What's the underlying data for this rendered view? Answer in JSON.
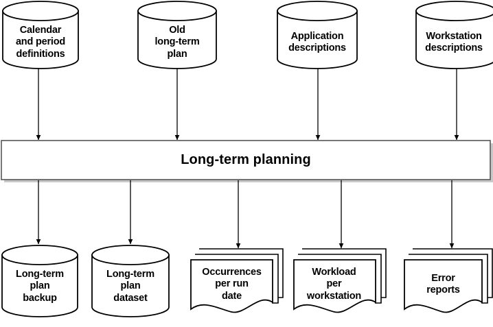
{
  "diagram": {
    "title": "Long-term planning",
    "type": "data-flow-diagram",
    "process": {
      "label": "Long-term planning",
      "shape": "process-box"
    },
    "inputs": [
      {
        "label": "Calendar\nand period\ndefinitions",
        "shape": "cylinder",
        "icon": "database-icon"
      },
      {
        "label": "Old\nlong-term\nplan",
        "shape": "cylinder",
        "icon": "database-icon"
      },
      {
        "label": "Application\ndescriptions",
        "shape": "cylinder",
        "icon": "database-icon"
      },
      {
        "label": "Workstation\ndescriptions",
        "shape": "cylinder",
        "icon": "database-icon"
      }
    ],
    "outputs": [
      {
        "label": "Long-term\nplan\nbackup",
        "shape": "cylinder",
        "icon": "database-icon"
      },
      {
        "label": "Long-term\nplan\ndataset",
        "shape": "cylinder",
        "icon": "database-icon"
      },
      {
        "label": "Occurrences\nper run\ndate",
        "shape": "multi-document",
        "icon": "document-stack-icon"
      },
      {
        "label": "Workload\nper\nworkstation",
        "shape": "multi-document",
        "icon": "document-stack-icon"
      },
      {
        "label": "Error\nreports",
        "shape": "multi-document",
        "icon": "document-stack-icon"
      }
    ],
    "arrows": {
      "input_count": 4,
      "output_count": 5,
      "direction": "downward"
    },
    "colors": {
      "stroke": "#000000",
      "fill": "#ffffff",
      "text": "#000000",
      "shadow": "#b0b0b0",
      "background": "#ffffff"
    }
  }
}
